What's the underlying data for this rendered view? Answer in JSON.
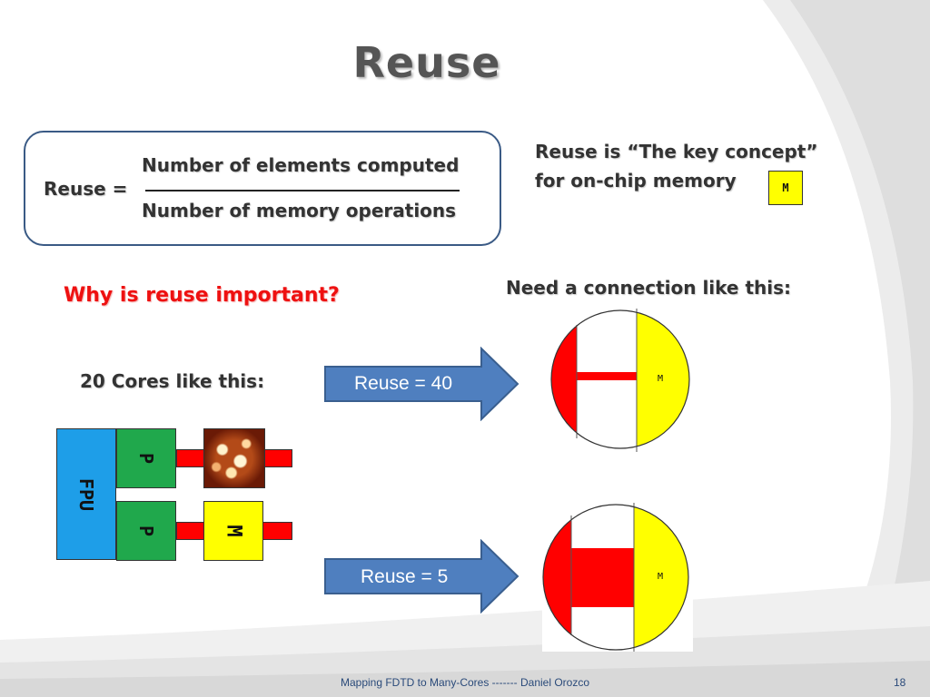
{
  "slide": {
    "title": "Reuse",
    "formula": {
      "lhs": "Reuse =",
      "numerator": "Number of elements computed",
      "denominator": "Number of memory operations"
    },
    "key_concept": {
      "line1": "Reuse is “The key concept”",
      "line2": "for on-chip memory",
      "memory_label": "M"
    },
    "why_heading": "Why is reuse important?",
    "need_heading": "Need a connection like this:",
    "cores_text": "20 Cores like this:",
    "core_diagram": {
      "fpu_label": "FPU",
      "processor_label": "P",
      "memory_label": "M"
    },
    "arrows": [
      {
        "label": "Reuse = 40"
      },
      {
        "label": "Reuse = 5"
      }
    ],
    "connections": [
      {
        "memory_label": "M"
      },
      {
        "memory_label": "M"
      }
    ],
    "footer": "Mapping FDTD to Many-Cores ------- Daniel Orozco",
    "page_number": "18"
  },
  "colors": {
    "title_gray": "#555555",
    "box_border": "#3a5a85",
    "accent_red": "#ee1111",
    "arrow_fill": "#4f7fbf",
    "fpu_blue": "#1e9ee8",
    "processor_green": "#20a84c",
    "memory_yellow": "#ffff00",
    "connection_red": "#ff0000"
  }
}
